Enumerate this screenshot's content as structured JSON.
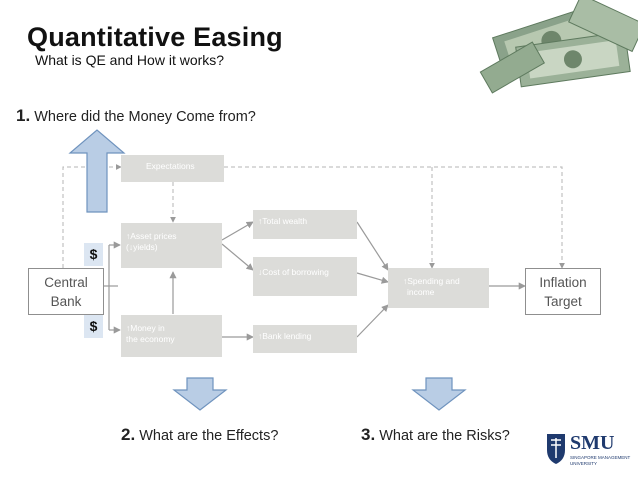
{
  "header": {
    "title": "Quantitative Easing",
    "subtitle": "What is QE and How it works?"
  },
  "questions": {
    "q1_num": "1.",
    "q1_text": "Where did the Money Come from?",
    "q2_num": "2.",
    "q2_text": "What are the Effects?",
    "q3_num": "3.",
    "q3_text": "What are the Risks?"
  },
  "diagram": {
    "expectations": "Expectations",
    "asset_prices": [
      "↑Asset prices",
      "(↓yields)"
    ],
    "total_wealth": "↑Total wealth",
    "cost_of_borrowing": "↓Cost of borrowing",
    "money_in_economy": [
      "↑Money in",
      "the economy"
    ],
    "bank_lending": "↑Bank lending",
    "spending_income": [
      "↑Spending and",
      "income"
    ],
    "central_bank": [
      "Central",
      "Bank"
    ],
    "inflation_target": [
      "Inflation",
      "Target"
    ],
    "dollar_top": "$",
    "dollar_bottom": "$"
  },
  "logo": {
    "name": "SMU",
    "line1": "SINGAPORE MANAGEMENT",
    "line2": "UNIVERSITY"
  },
  "colors": {
    "box_fill": "#dcdcd9",
    "arrow_fill": "#b9cde5",
    "arrow_stroke": "#6f93be",
    "dollar_fill": "#dce6f2",
    "logo_blue": "#1f3a6e"
  }
}
